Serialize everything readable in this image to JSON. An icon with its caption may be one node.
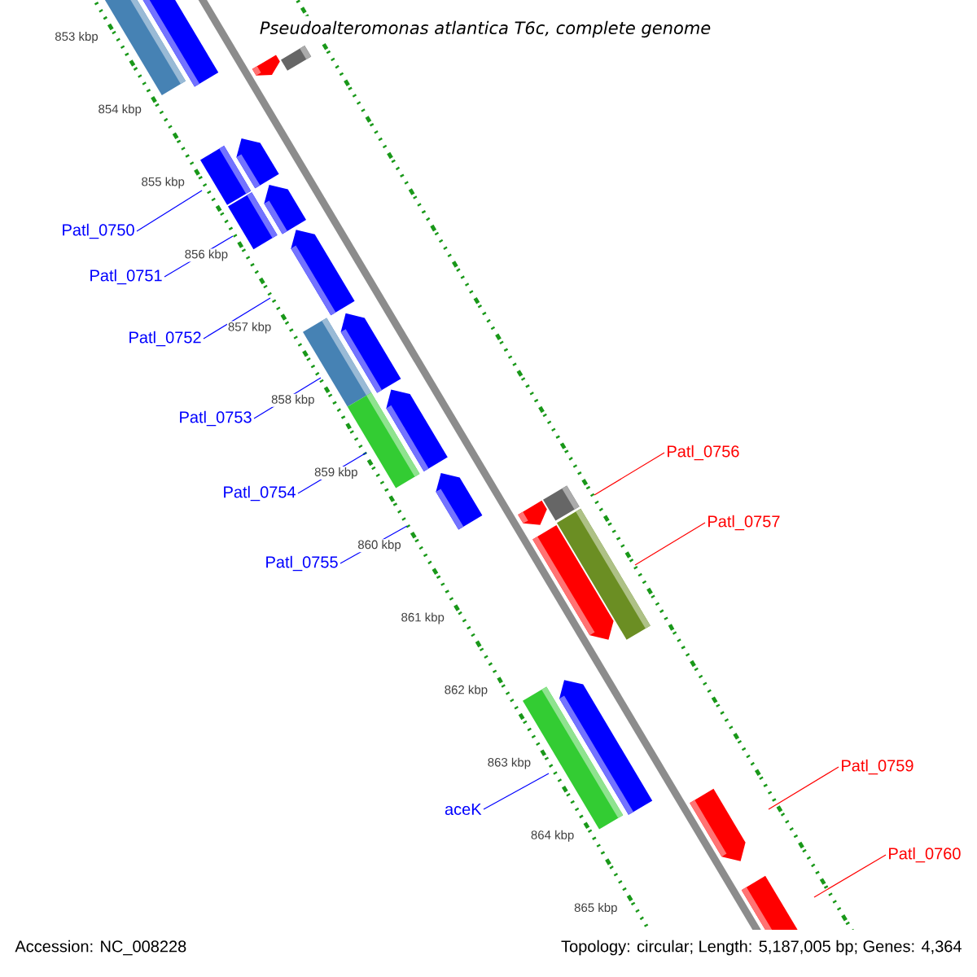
{
  "diagram": {
    "title": "Pseudoalteromonas atlantica T6c, complete genome",
    "nodes": [
      {
        "text": [
          "Patl_0750"
        ]
      },
      {
        "text": [
          "Patl_0751"
        ]
      },
      {
        "text": [
          "Patl_0752"
        ]
      },
      {
        "text": [
          "Patl_0753"
        ]
      },
      {
        "text": [
          "Patl_0754"
        ]
      },
      {
        "text": [
          "Patl_0755"
        ]
      },
      {
        "text": [
          "aceK"
        ]
      },
      {
        "text": [
          "Patl_0756"
        ]
      },
      {
        "text": [
          "Patl_0757"
        ]
      },
      {
        "text": [
          "Patl_0759"
        ]
      },
      {
        "text": [
          "Patl_0760"
        ]
      }
    ],
    "edges": [
      {
        "from": 0,
        "to": null,
        "arrow": "none"
      },
      {
        "from": 1,
        "to": null,
        "arrow": "none"
      },
      {
        "from": 2,
        "to": null,
        "arrow": "none"
      },
      {
        "from": 3,
        "to": null,
        "arrow": "none"
      },
      {
        "from": 4,
        "to": null,
        "arrow": "none"
      },
      {
        "from": 5,
        "to": null,
        "arrow": "none"
      },
      {
        "from": 6,
        "to": null,
        "arrow": "none"
      },
      {
        "from": 7,
        "to": null,
        "arrow": "none",
        "color": "#ff0000"
      },
      {
        "from": 8,
        "to": null,
        "arrow": "none",
        "color": "#ff0000"
      },
      {
        "from": 9,
        "to": null,
        "arrow": "none",
        "color": "#ff0000"
      },
      {
        "from": 10,
        "to": null,
        "arrow": "none",
        "color": "#ff0000"
      }
    ],
    "labels": [
      "853 kbp",
      "854 kbp",
      "855 kbp",
      "856 kbp",
      "857 kbp",
      "858 kbp",
      "859 kbp",
      "860 kbp",
      "861 kbp",
      "862 kbp",
      "863 kbp",
      "864 kbp",
      "865 kbp",
      "Accession: NC_008228",
      "Topology: circular; Length: 5,187,005 bp; Genes: 4,364"
    ]
  }
}
